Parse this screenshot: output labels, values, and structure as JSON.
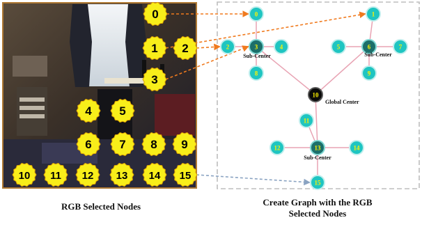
{
  "colors": {
    "yellow_node": "#f8ee1a",
    "yellow_border": "#e0a400",
    "node_cyan": "#1fc5c1",
    "node_teal_dark": "#1c6f6a",
    "node_global": "#0a0a0a",
    "node_text_yellow": "#fff200",
    "edge_pink": "#e8a3b3",
    "arrow_orange": "#f07a1e",
    "panel_border": "#bdbdbd",
    "photo_border": "#b07a34"
  },
  "image_nodes": [
    {
      "id": 0,
      "label": "0"
    },
    {
      "id": 1,
      "label": "1"
    },
    {
      "id": 2,
      "label": "2"
    },
    {
      "id": 3,
      "label": "3"
    },
    {
      "id": 4,
      "label": "4"
    },
    {
      "id": 5,
      "label": "5"
    },
    {
      "id": 6,
      "label": "6"
    },
    {
      "id": 7,
      "label": "7"
    },
    {
      "id": 8,
      "label": "8"
    },
    {
      "id": 9,
      "label": "9"
    },
    {
      "id": 10,
      "label": "10"
    },
    {
      "id": 11,
      "label": "11"
    },
    {
      "id": 12,
      "label": "12"
    },
    {
      "id": 13,
      "label": "13"
    },
    {
      "id": 14,
      "label": "14"
    },
    {
      "id": 15,
      "label": "15"
    }
  ],
  "graph": {
    "nodes": [
      {
        "id": 0,
        "label": "0",
        "kind": "leaf"
      },
      {
        "id": 1,
        "label": "1",
        "kind": "leaf"
      },
      {
        "id": 2,
        "label": "2",
        "kind": "leaf"
      },
      {
        "id": 3,
        "label": "3",
        "kind": "sub"
      },
      {
        "id": 4,
        "label": "4",
        "kind": "leaf"
      },
      {
        "id": 5,
        "label": "5",
        "kind": "leaf"
      },
      {
        "id": 6,
        "label": "6",
        "kind": "sub"
      },
      {
        "id": 7,
        "label": "7",
        "kind": "leaf"
      },
      {
        "id": 8,
        "label": "8",
        "kind": "leaf"
      },
      {
        "id": 9,
        "label": "9",
        "kind": "leaf"
      },
      {
        "id": 10,
        "label": "10",
        "kind": "global"
      },
      {
        "id": 11,
        "label": "11",
        "kind": "leaf"
      },
      {
        "id": 12,
        "label": "12",
        "kind": "leaf"
      },
      {
        "id": 13,
        "label": "13",
        "kind": "sub"
      },
      {
        "id": 14,
        "label": "14",
        "kind": "leaf"
      },
      {
        "id": 15,
        "label": "15",
        "kind": "leaf"
      }
    ],
    "edges": [
      [
        3,
        0
      ],
      [
        3,
        2
      ],
      [
        3,
        4
      ],
      [
        3,
        8
      ],
      [
        6,
        1
      ],
      [
        6,
        5
      ],
      [
        6,
        7
      ],
      [
        6,
        9
      ],
      [
        13,
        11
      ],
      [
        13,
        12
      ],
      [
        13,
        14
      ],
      [
        13,
        15
      ],
      [
        3,
        10
      ],
      [
        6,
        10
      ],
      [
        13,
        10
      ]
    ],
    "mapping_arrows": [
      [
        0,
        0
      ],
      [
        1,
        1
      ],
      [
        2,
        2
      ],
      [
        3,
        3
      ],
      [
        15,
        15
      ]
    ],
    "sub_center_label": "Sub-Center",
    "global_center_label": "Global Center"
  },
  "captions": {
    "left": "RGB Selected Nodes",
    "right": "Create Graph with the RGB Selected Nodes"
  }
}
